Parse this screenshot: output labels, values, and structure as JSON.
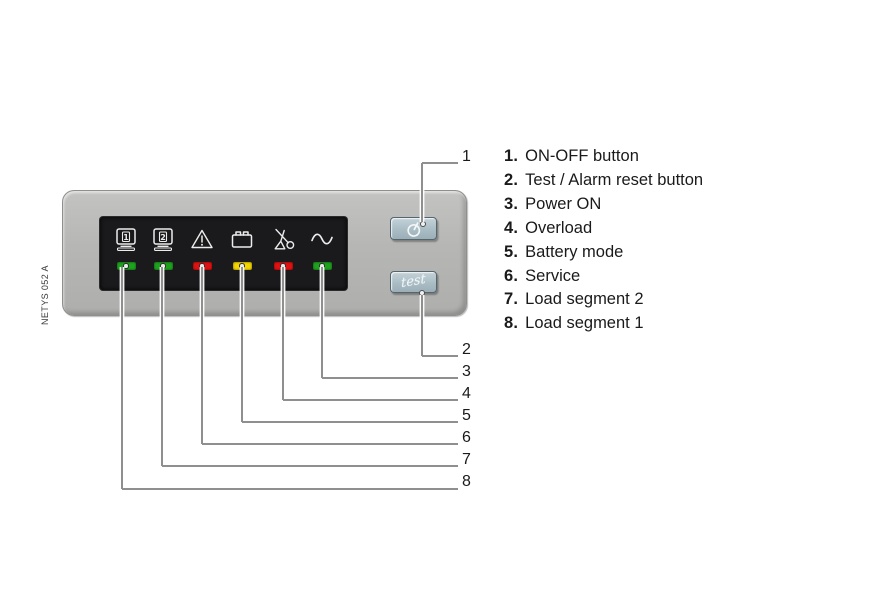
{
  "figure": {
    "model_label": "NETYS 052 A"
  },
  "panel": {
    "buttons": [
      {
        "name": "on-off",
        "glyph": "power-symbol-icon",
        "callout": "1"
      },
      {
        "name": "test-alarm-reset",
        "glyph": "test-script",
        "script_label": "test",
        "callout": "2"
      }
    ],
    "indicators": [
      {
        "icon": "load-segment-1-monitor",
        "digit": "1",
        "led_color_name": "green",
        "callout": "8",
        "meaning": "Load segment 1"
      },
      {
        "icon": "load-segment-2-monitor",
        "digit": "2",
        "led_color_name": "green",
        "callout": "7",
        "meaning": "Load segment 2"
      },
      {
        "icon": "warning-triangle",
        "digit": "",
        "led_color_name": "red",
        "callout": "6",
        "meaning": "Service"
      },
      {
        "icon": "battery",
        "digit": "",
        "led_color_name": "yellow",
        "callout": "5",
        "meaning": "Battery mode"
      },
      {
        "icon": "scissors-cut",
        "digit": "",
        "led_color_name": "red",
        "callout": "4",
        "meaning": "Overload"
      },
      {
        "icon": "sine-wave",
        "digit": "",
        "led_color_name": "green",
        "callout": "3",
        "meaning": "Power ON"
      }
    ]
  },
  "callout_numbers": [
    "1",
    "2",
    "3",
    "4",
    "5",
    "6",
    "7",
    "8"
  ],
  "legend": {
    "items": [
      {
        "num": "1.",
        "label": "ON-OFF button"
      },
      {
        "num": "2.",
        "label": "Test / Alarm reset button"
      },
      {
        "num": "3.",
        "label": "Power ON"
      },
      {
        "num": "4.",
        "label": "Overload"
      },
      {
        "num": "5.",
        "label": "Battery mode"
      },
      {
        "num": "6.",
        "label": "Service"
      },
      {
        "num": "7.",
        "label": "Load segment 2"
      },
      {
        "num": "8.",
        "label": "Load segment 1"
      }
    ]
  },
  "colors": {
    "panel_gray": "#b5b5b3",
    "display_black": "#1a1a1c",
    "button_fill": "#aebfc7",
    "button_border": "#54656e",
    "led_green": "#1ea21e",
    "led_red": "#e01111",
    "led_yellow": "#f3d500",
    "icon_stroke": "#ececec",
    "leader_line": "#8f8f8f",
    "text": "#1a1a1a"
  }
}
